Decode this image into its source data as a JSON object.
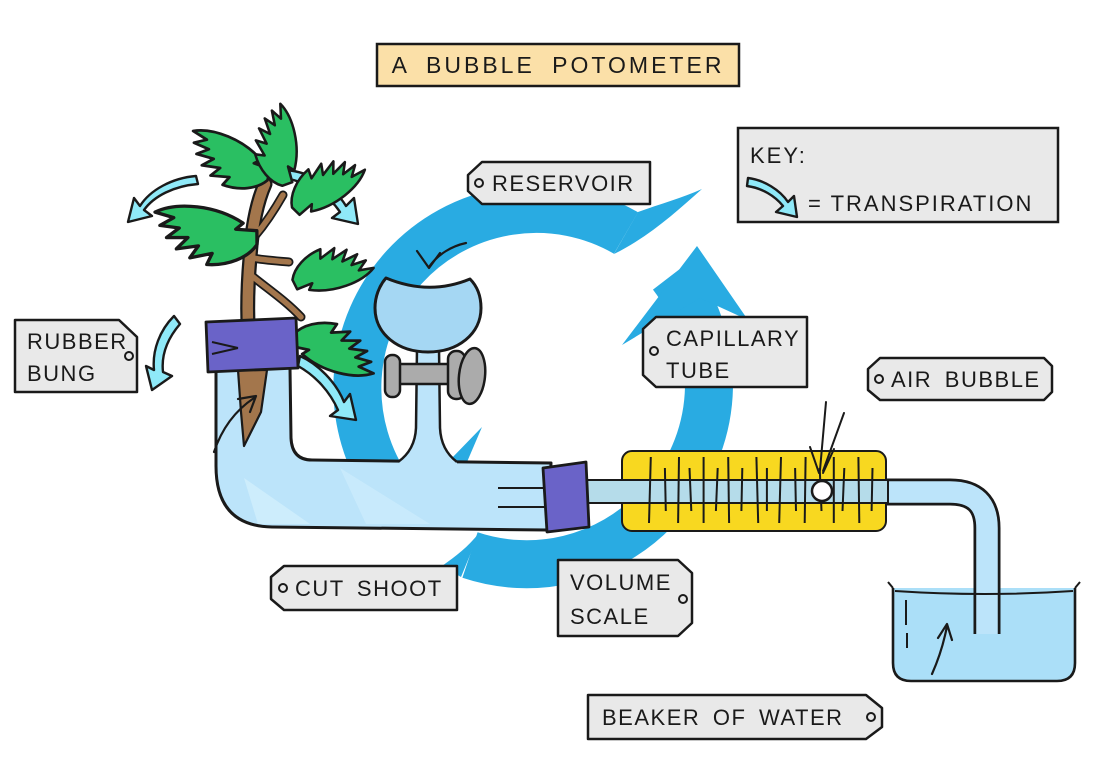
{
  "title": "A BUBBLE POTOMETER",
  "key": {
    "heading": "KEY:",
    "entry": "= TRANSPIRATION"
  },
  "labels": {
    "reservoir": "RESERVOIR",
    "rubber_bung_line1": "RUBBER",
    "rubber_bung_line2": "BUNG",
    "capillary_tube_line1": "CAPILLARY",
    "capillary_tube_line2": "TUBE",
    "air_bubble": "AIR BUBBLE",
    "cut_shoot": "CUT SHOOT",
    "volume_scale_line1": "VOLUME",
    "volume_scale_line2": "SCALE",
    "beaker_of_water": "BEAKER OF WATER"
  },
  "volume_scale": {
    "tick_count": 18
  },
  "colors": {
    "circulation_arrow": "#29ABE2",
    "transpiration_arrow": "#8FE9F8",
    "tube_water": "#BCE4FA",
    "tube_highlight": "#CDEDFC",
    "reservoir_water": "#A5D7F3",
    "capillary_water": "#B5DCEA",
    "beaker_water": "#ABDFF8",
    "rubber": "#6A63C8",
    "scale_yellow": "#F8D820",
    "leaf_green": "#2ABF62",
    "stem_brown": "#A3764C",
    "tap_gray": "#ABABAB",
    "label_bg": "#E9E9E9",
    "title_bg": "#FBE0A8",
    "outline": "#1a1a1a"
  }
}
